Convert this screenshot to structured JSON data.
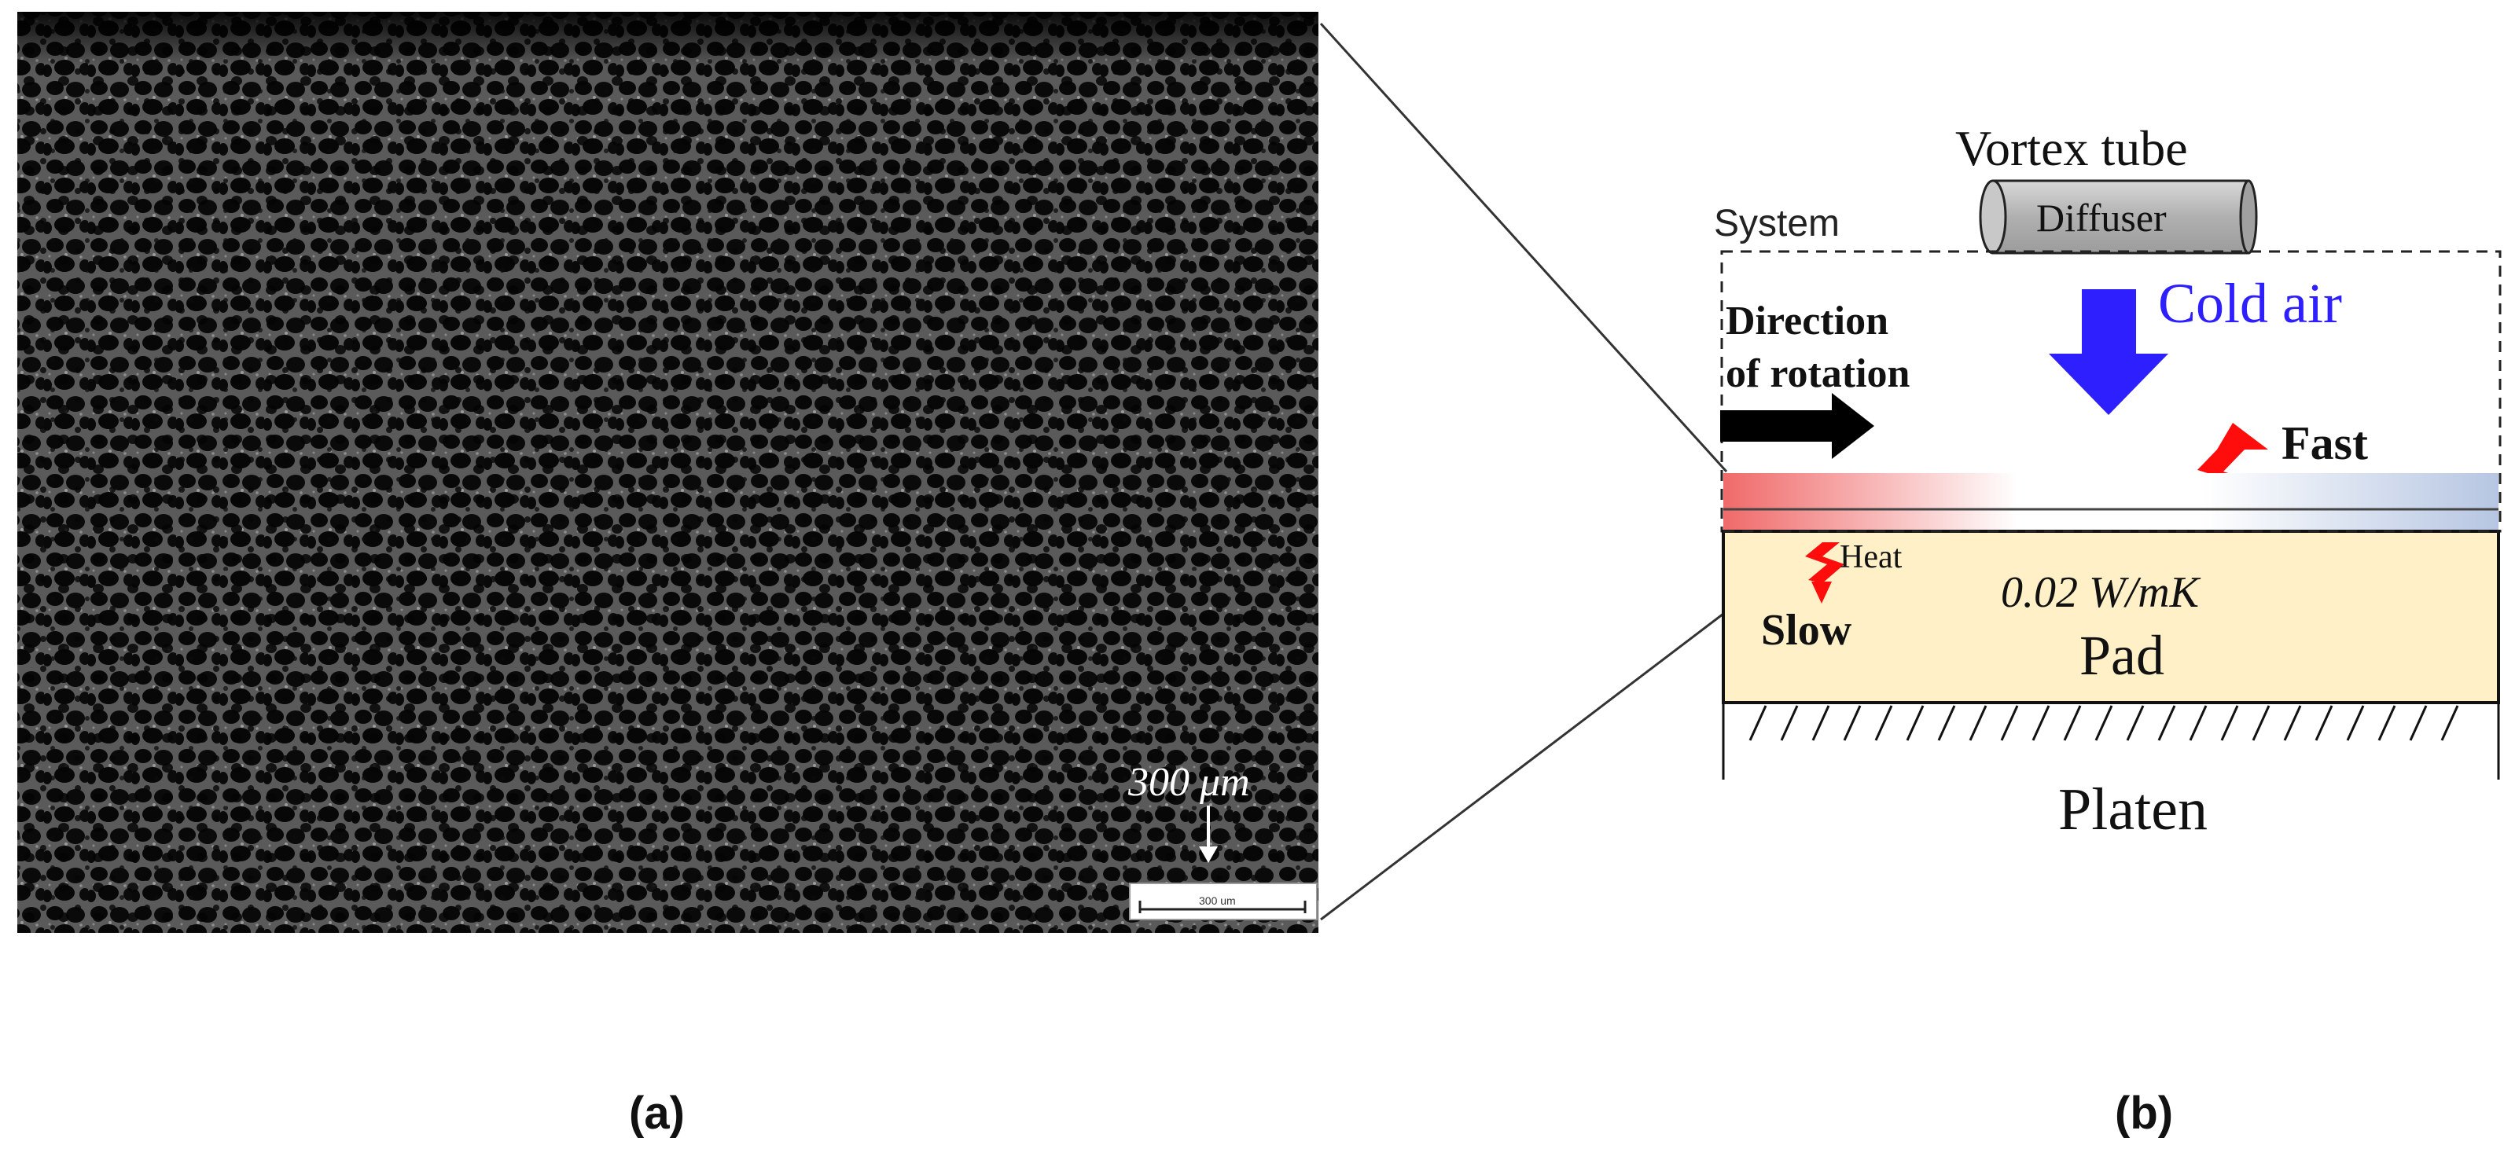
{
  "panel_a": {
    "scale_label": "300 μm",
    "scalebar_text": "300 um",
    "caption": "(a)"
  },
  "panel_b": {
    "vortex_tube_label": "Vortex tube",
    "diffuser_label": "Diffuser",
    "system_label": "System",
    "cold_air_label": "Cold air",
    "direction_line1": "Direction",
    "direction_line2": "of rotation",
    "fast_label": "Fast",
    "heat_label": "Heat",
    "slow_label": "Slow",
    "conductivity_label": "0.02 W/mK",
    "pad_label": "Pad",
    "platen_label": "Platen",
    "caption": "(b)"
  },
  "colors": {
    "cold_air": "#2e1fff",
    "heat_arrow": "#ff0d0d",
    "pad_fill": "#fff0c8",
    "hot_gradient": "#f06a6a",
    "cool_gradient": "#b6c6e2",
    "diffuser_fill": "#b8b8b8",
    "sem_background": "#0c0c0c"
  },
  "icons": [
    "diffuser-cylinder-icon",
    "cold-air-arrow-icon",
    "rotation-arrow-icon",
    "fast-heat-icon",
    "slow-heat-icon",
    "platen-hatch-icon"
  ]
}
